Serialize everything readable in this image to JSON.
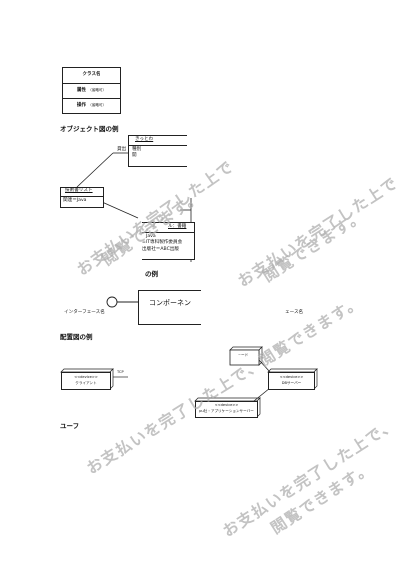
{
  "class_box": {
    "name": "クラス名",
    "attr": "属性",
    "attr_note": "（省略可）",
    "op": "操作",
    "op_note": "（省略可）"
  },
  "object_section": {
    "title": "オブジェクト図の例",
    "lend_label": "貸出",
    "obj_top_title": "きっとわ",
    "obj_top_l1": "種別",
    "obj_top_l2": "開",
    "reg_title": "技術書リスト",
    "reg_line": "関連＝Java",
    "book_title": "ル：書籍",
    "book_l1": "Java",
    "book_l2": "=IT専科製作委員会",
    "book_l3": "出版社＝ABC出版"
  },
  "component_section": {
    "title_tail": "の例",
    "iface_left": "インターフェース名",
    "component": "コンポーネン",
    "iface_right": "ェース名"
  },
  "deploy_section": {
    "title": "配置図の例",
    "client_stereo": "<<device>>",
    "client_name": "クライアント",
    "tcp": "TCP",
    "top_node": "~ード",
    "db_stereo": "<<device>>",
    "db_name": "DBサーバー",
    "app_stereo": "<<device>>",
    "app_name": "pu社・アプリケーションサーバー"
  },
  "usecase_section": {
    "title": "ユーフ"
  },
  "watermark": {
    "w1a": "お支払いを完了した上で",
    "w1b": "閲覧できます。",
    "w2a": "お支払いを完了した上で、閲覧できます。",
    "w3a": "お支払いを完了した上で",
    "w3b": "閲覧できます。",
    "w4a": "お支払いを完了した上で、",
    "w4b": "閲覧できます。"
  }
}
